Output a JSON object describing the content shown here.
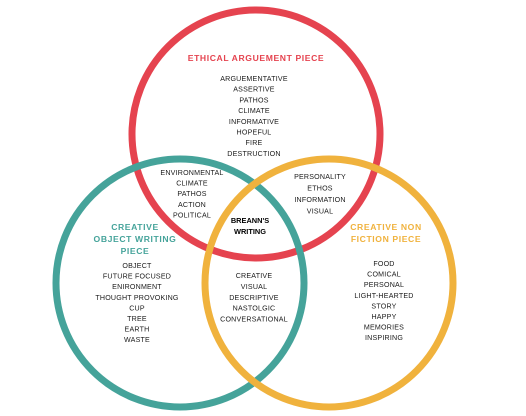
{
  "colors": {
    "ethical": "#e5434f",
    "creative_object": "#45a39a",
    "creative_nonfiction": "#f0b23d",
    "text": "#1a1a1a"
  },
  "circles": {
    "ethical": {
      "title": "ETHICAL ARGUEMENT PIECE",
      "items": [
        "ARGUEMENTATIVE",
        "ASSERTIVE",
        "PATHOS",
        "CLIMATE",
        "INFORMATIVE",
        "HOPEFUL",
        "FIRE",
        "DESTRUCTION"
      ]
    },
    "creative_object": {
      "title_lines": [
        "CREATIVE",
        "OBJECT WRITING",
        "PIECE"
      ],
      "items": [
        "OBJECT",
        "FUTURE FOCUSED",
        "ENIRONMENT",
        "THOUGHT PROVOKING",
        "CUP",
        "TREE",
        "EARTH",
        "WASTE"
      ]
    },
    "creative_nonfiction": {
      "title_lines": [
        "CREATIVE NON",
        "FICTION  PIECE"
      ],
      "items": [
        "FOOD",
        "COMICAL",
        "PERSONAL",
        "LIGHT-HEARTED",
        "STORY",
        "HAPPY",
        "MEMORIES",
        "INSPIRING"
      ]
    }
  },
  "overlaps": {
    "ethical_and_object": [
      "ENVIRONMENTAL",
      "CLIMATE",
      "PATHOS",
      "ACTION",
      "POLITICAL"
    ],
    "ethical_and_nonfiction": [
      "PERSONALITY",
      "ETHOS",
      "INFORMATION",
      "VISUAL"
    ],
    "object_and_nonfiction": [
      "CREATIVE",
      "VISUAL",
      "DESCRIPTIVE",
      "NASTOLGIC",
      "CONVERSATIONAL"
    ],
    "center": [
      "BREANN'S",
      "WRITING"
    ]
  }
}
